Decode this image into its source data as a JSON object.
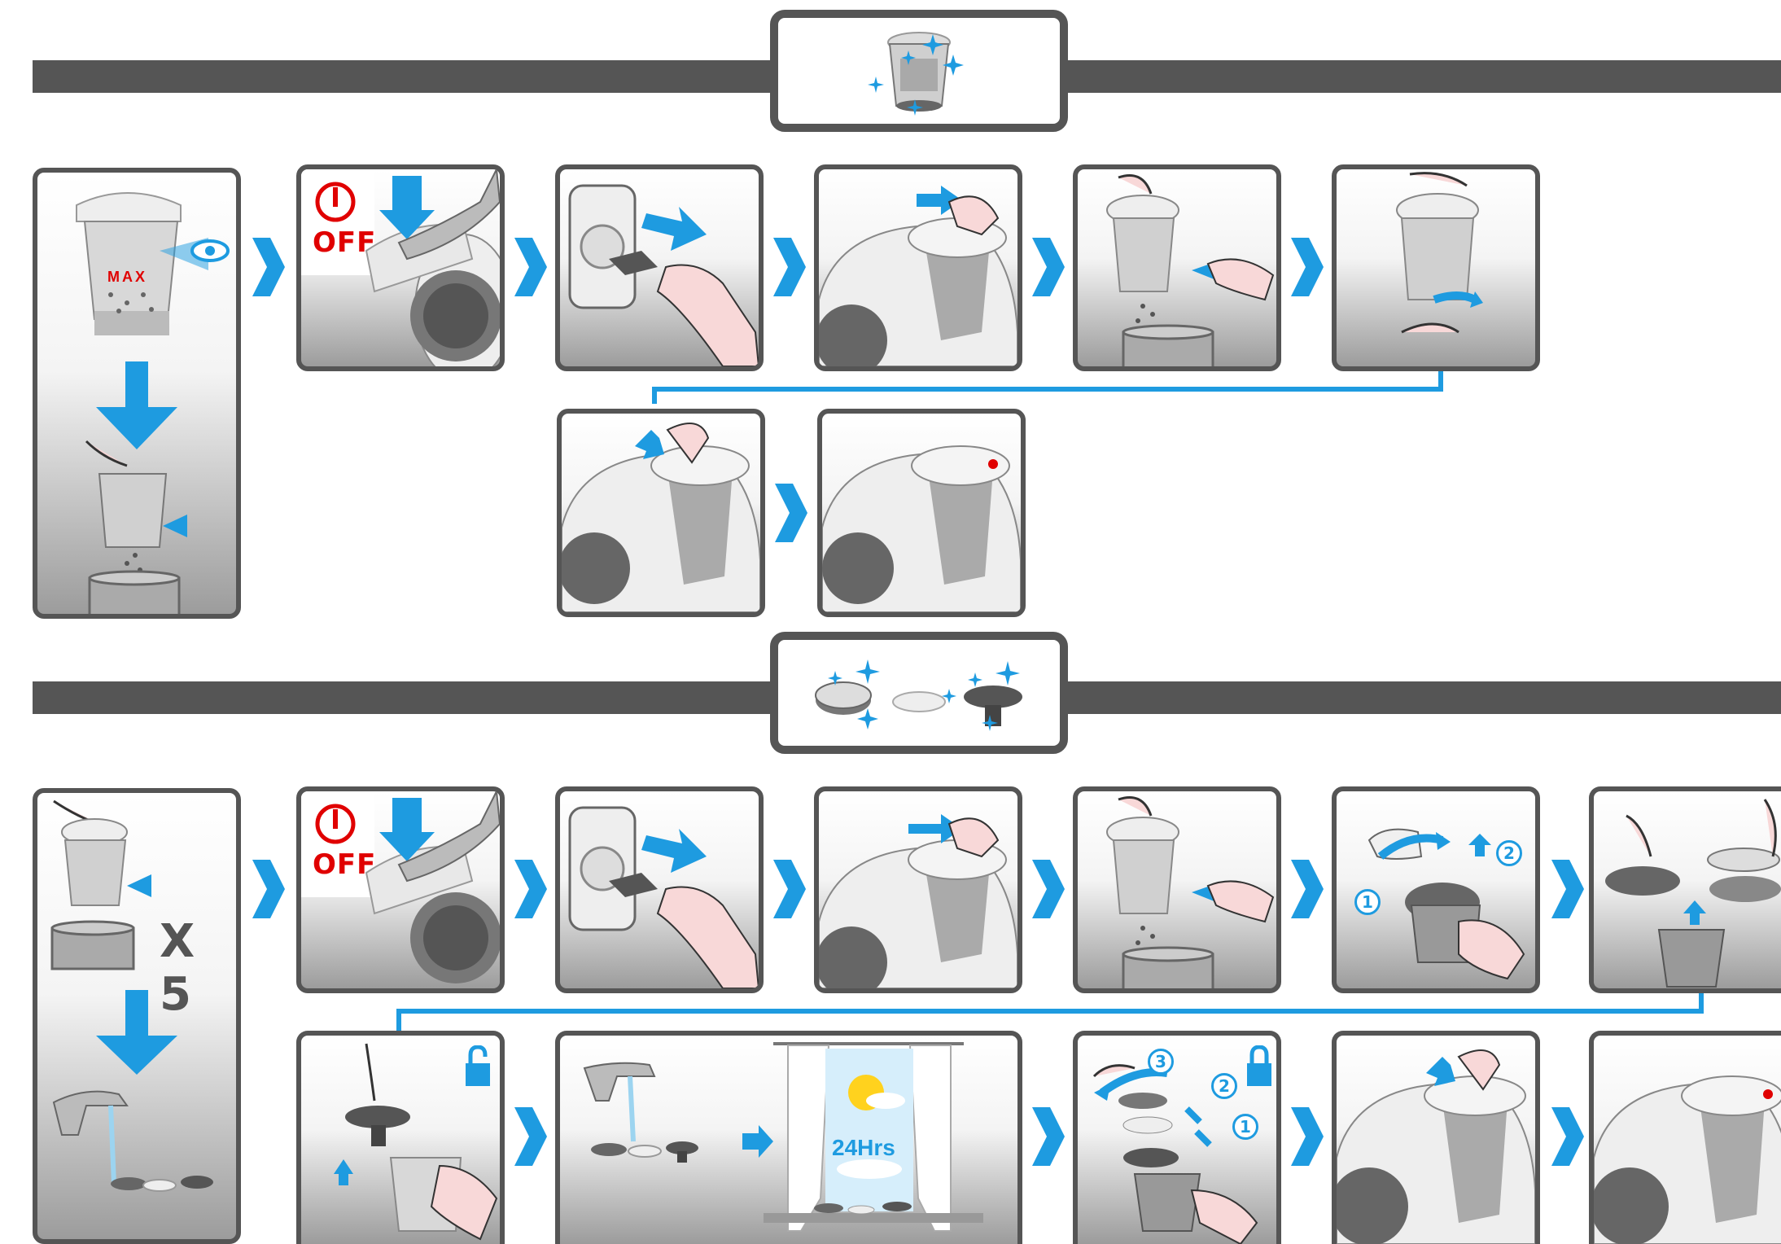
{
  "section1": {
    "header_icon": "sparkling-dust-container-icon",
    "step1": {
      "max_label": "MAX"
    },
    "off_label": "OFF"
  },
  "section2": {
    "header_icon": "sparkling-filters-icon",
    "repeat_label": "X 5",
    "off_label": "OFF",
    "step_numbers": [
      "1",
      "2"
    ],
    "dry_time": "24Hrs",
    "reassembly_numbers": [
      "3",
      "2",
      "1"
    ]
  },
  "colors": {
    "accent": "#1e9be0",
    "frame": "#555555",
    "warning": "#e00000"
  }
}
